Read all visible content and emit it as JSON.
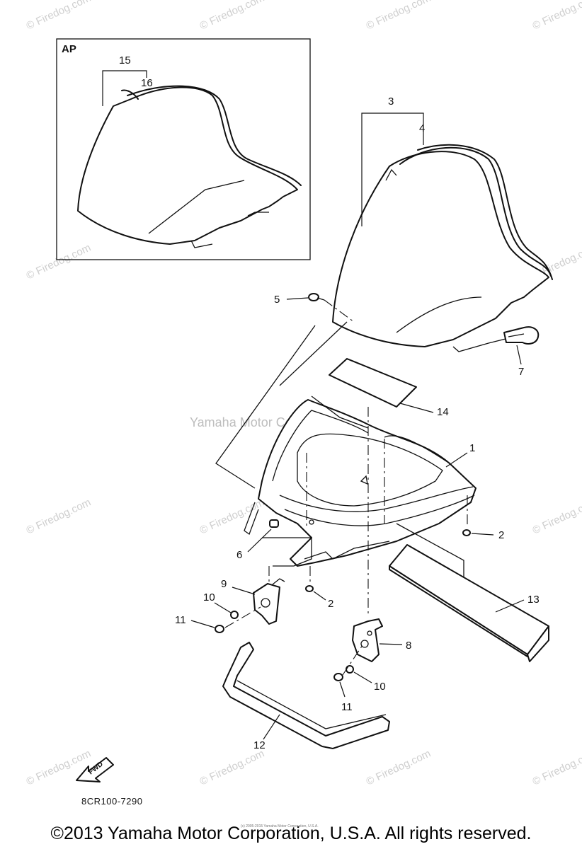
{
  "inset": {
    "label": "AP"
  },
  "callouts": {
    "c1": "1",
    "c2a": "2",
    "c2b": "2",
    "c3": "3",
    "c4": "4",
    "c5": "5",
    "c6": "6",
    "c7": "7",
    "c8": "8",
    "c9": "9",
    "c10a": "10",
    "c10b": "10",
    "c11a": "11",
    "c11b": "11",
    "c12": "12",
    "c13": "13",
    "c14": "14",
    "c15": "15",
    "c16": "16"
  },
  "watermarks": {
    "site": "© Firedog.com",
    "center": "Yamaha Motor Corp., U.S.A."
  },
  "fwd_label": "FWD",
  "diagram_code": "8CR100-7290",
  "small_copyright": "(c) 2005-2015 Yamaha Motor Corporation, U.S.A.",
  "copyright": "©2013 Yamaha Motor Corporation, U.S.A. All rights reserved."
}
